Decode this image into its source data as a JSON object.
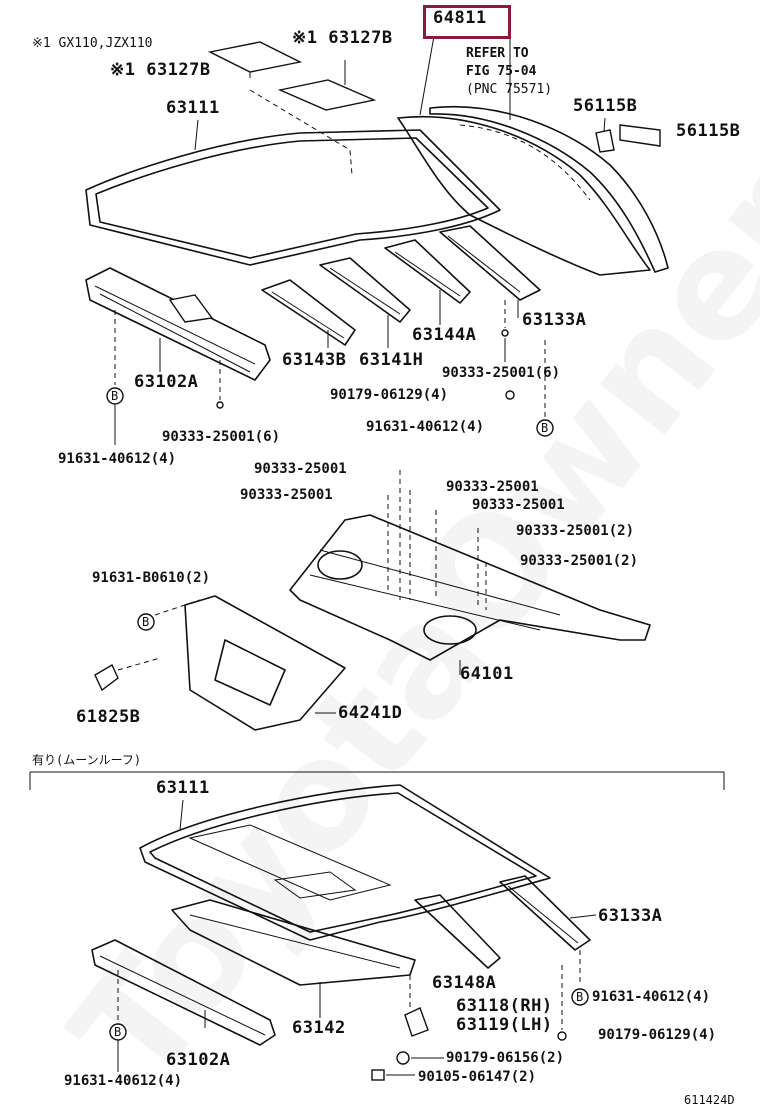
{
  "watermark": "ToyotaOwnersClub",
  "notes": {
    "top_left": "※1 GX110,JZX110",
    "refer": [
      "REFER TO",
      "FIG 75-04",
      "(PNC 75571)"
    ],
    "moonroof": "有り(ムーンルーフ)"
  },
  "highlight_part": "64811",
  "labels": {
    "p_63127B_a": "※1 63127B",
    "p_63127B_b": "※1 63127B",
    "p_63111_top": "63111",
    "p_64811": "64811",
    "p_56115B_a": "56115B",
    "p_56115B_b": "56115B",
    "p_63102A_top": "63102A",
    "p_63143B": "63143B",
    "p_63141H": "63141H",
    "p_63144A": "63144A",
    "p_63133A_top": "63133A",
    "c_90333_6_r": "90333-25001(6)",
    "c_90179_4_top": "90179-06129(4)",
    "c_91631_4_r": "91631-40612(4)",
    "c_90333_6_l": "90333-25001(6)",
    "c_91631_4_l": "91631-40612(4)",
    "c_90333_a": "90333-25001",
    "c_90333_b": "90333-25001",
    "c_90333_c": "90333-25001",
    "c_90333_d": "90333-25001",
    "c_90333_e": "90333-25001(2)",
    "c_90333_f": "90333-25001(2)",
    "c_91631_B0610": "91631-B0610(2)",
    "p_64101": "64101",
    "p_61825B": "61825B",
    "p_64241D": "64241D",
    "p_63111_bot": "63111",
    "p_63133A_bot": "63133A",
    "p_63148A": "63148A",
    "c_91631_4_b": "91631-40612(4)",
    "p_63118": "63118(RH)",
    "p_63119": "63119(LH)",
    "p_63142": "63142",
    "c_90179_4_bot": "90179-06129(4)",
    "p_63102A_bot": "63102A",
    "c_90179_06156": "90179-06156(2)",
    "c_91631_4_bl": "91631-40612(4)",
    "c_90105": "90105-06147(2)"
  },
  "markers": {
    "B": "B"
  },
  "figure_code": "611424D"
}
